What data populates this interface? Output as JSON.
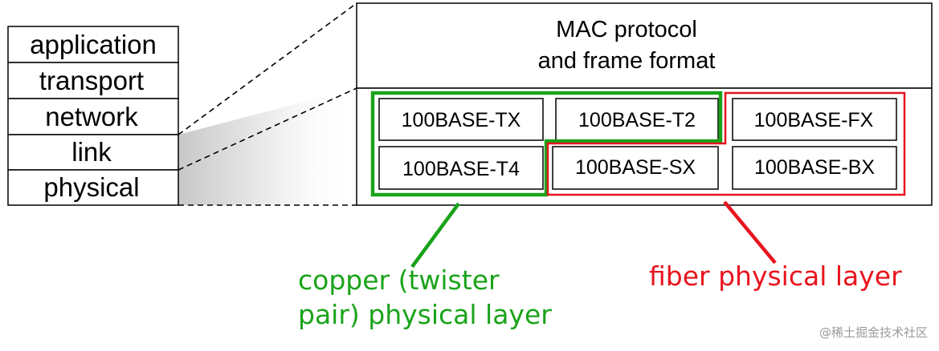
{
  "stack_layers": [
    "application",
    "transport",
    "network",
    "link",
    "physical"
  ],
  "mac_box": {
    "title_line1": "MAC protocol",
    "title_line2": "and frame format"
  },
  "standards_row1": [
    "100BASE-TX",
    "100BASE-T2",
    "100BASE-FX"
  ],
  "standards_row2": [
    "100BASE-T4",
    "100BASE-SX",
    "100BASE-BX"
  ],
  "copper_label_line1": "copper (twister",
  "copper_label_line2": "pair) physical layer",
  "fiber_label": "fiber physical layer",
  "watermark": "@稀土掘金技术社区",
  "colors": {
    "copper": "#1aa31a",
    "fiber": "#e8141e"
  }
}
